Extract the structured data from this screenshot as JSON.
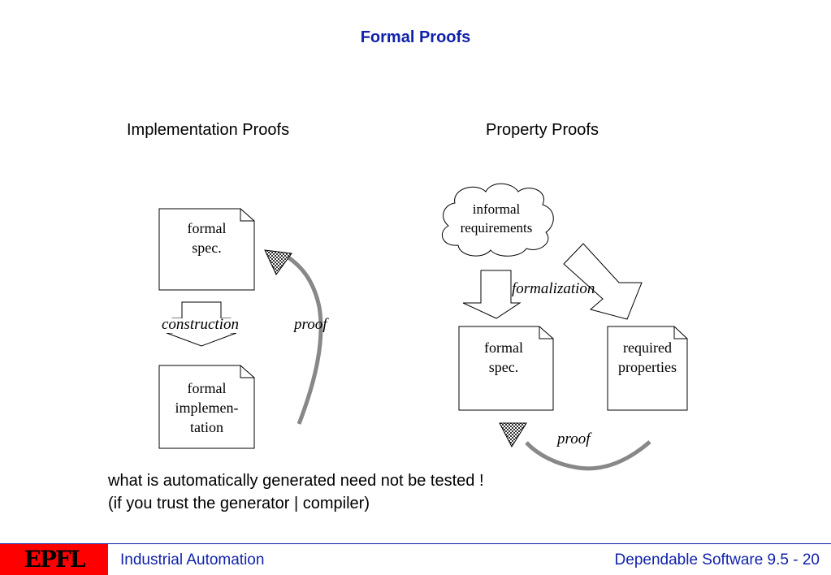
{
  "slide": {
    "title": "Formal Proofs",
    "left_section_title": "Implementation Proofs",
    "right_section_title": "Property Proofs"
  },
  "implementation": {
    "spec_doc": "formal\nspec.",
    "impl_doc": "formal\nimplemen-\ntation",
    "construction_label": "construction",
    "proof_label": "proof"
  },
  "property": {
    "cloud": "informal\nrequirements",
    "formalization_label": "formalization",
    "spec_doc": "formal\nspec.",
    "required_doc": "required\nproperties",
    "proof_label": "proof"
  },
  "note": {
    "line1": "what is automatically generated need not be tested !",
    "line2": "(if you trust the generator | compiler)"
  },
  "footer": {
    "logo": "EPFL",
    "left": "Industrial Automation",
    "right": "Dependable Software 9.5 - 20"
  },
  "colors": {
    "title": "#1122aa",
    "footer_text": "#1122aa",
    "logo_bg": "#ff0000",
    "proof_arrow": "#888888"
  }
}
